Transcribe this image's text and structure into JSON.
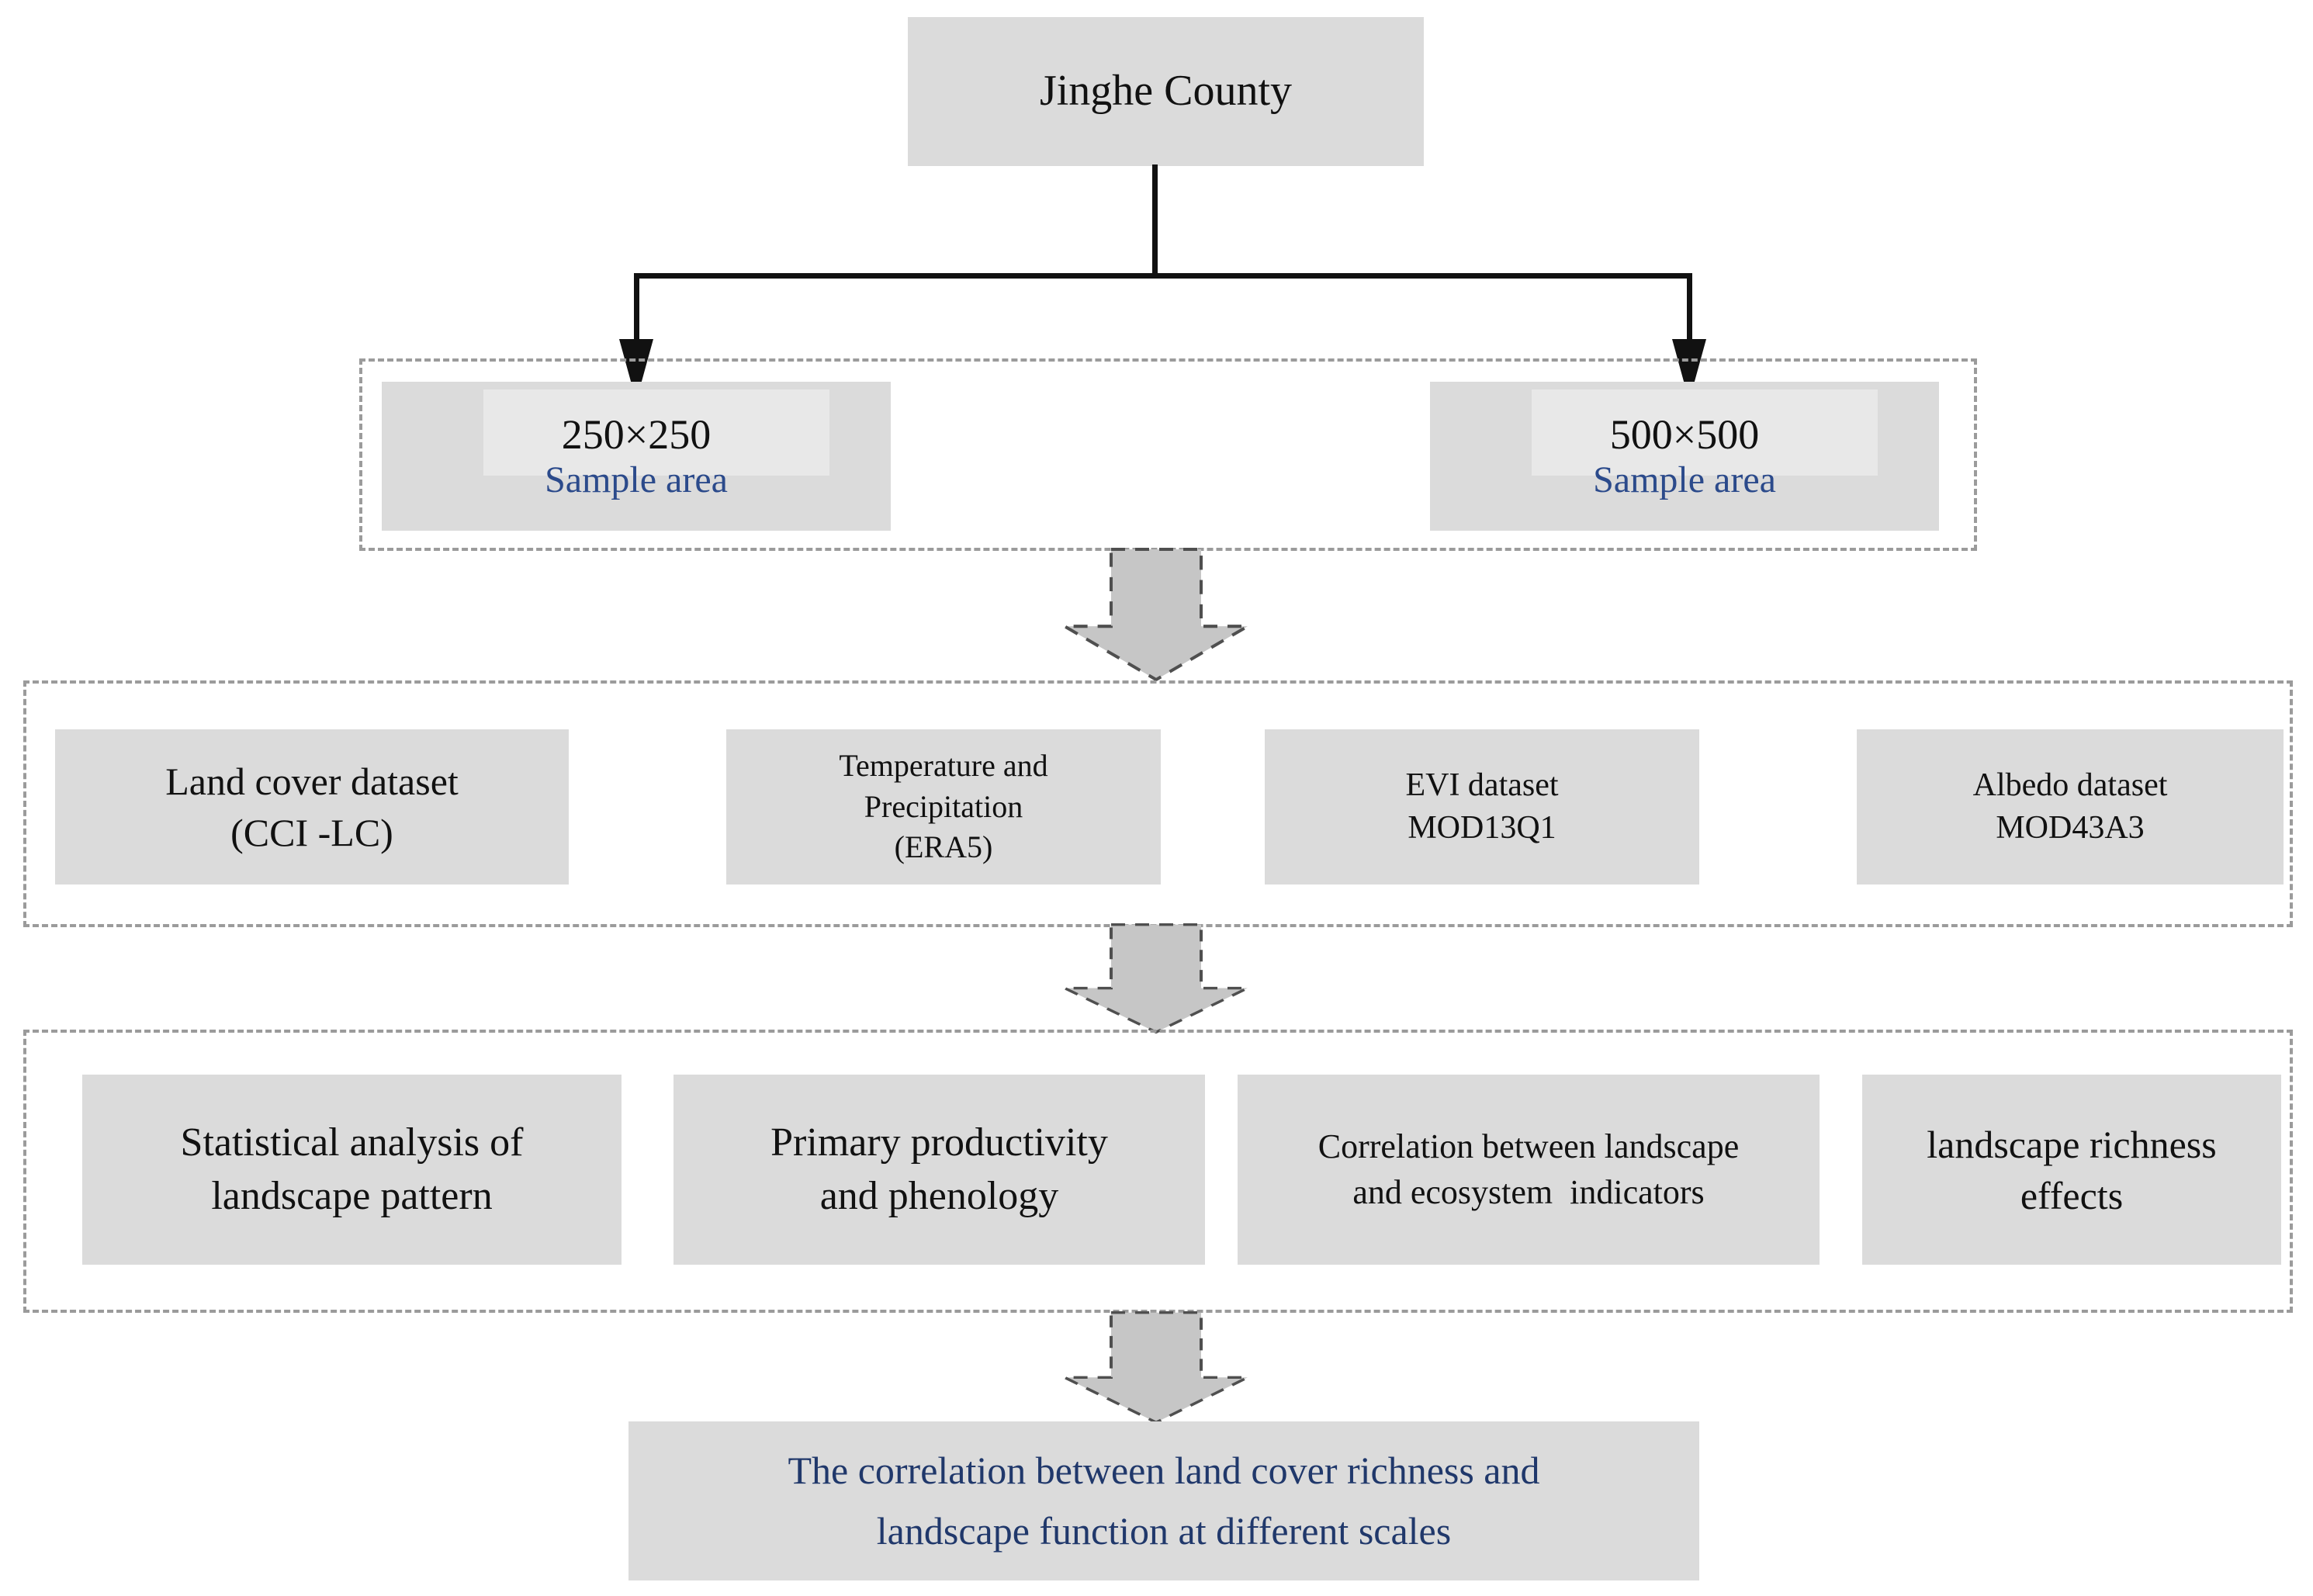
{
  "colors": {
    "box_fill": "#dbdbdb",
    "inner_highlight": "#e8e8e8",
    "dashed_border": "#9b9b9b",
    "arrow_fill": "#c6c6c6",
    "arrow_outline": "#4f4f4f",
    "connector": "#111111",
    "sample_label": "#2b4a8b",
    "outcome_text": "#20386b",
    "text": "#111111"
  },
  "root": {
    "label": "Jinghe County"
  },
  "samples": {
    "left": {
      "size": "250×250",
      "label": "Sample area"
    },
    "right": {
      "size": "500×500",
      "label": "Sample area"
    }
  },
  "datasets": {
    "items": [
      {
        "lines": [
          "Land cover dataset",
          "(CCI -LC)"
        ]
      },
      {
        "lines": [
          "Temperature and",
          "Precipitation",
          "(ERA5)"
        ]
      },
      {
        "lines": [
          "EVI dataset",
          "MOD13Q1"
        ]
      },
      {
        "lines": [
          "Albedo dataset",
          "MOD43A3"
        ]
      }
    ]
  },
  "analyses": {
    "items": [
      {
        "lines": [
          "Statistical analysis of",
          "landscape pattern"
        ]
      },
      {
        "lines": [
          "Primary productivity",
          "and phenology"
        ]
      },
      {
        "lines": [
          "Correlation between landscape",
          "and ecosystem  indicators"
        ]
      },
      {
        "lines": [
          "landscape richness",
          "effects"
        ]
      }
    ]
  },
  "outcome": {
    "lines": [
      "The correlation between land cover richness and",
      "landscape function at different scales"
    ]
  }
}
